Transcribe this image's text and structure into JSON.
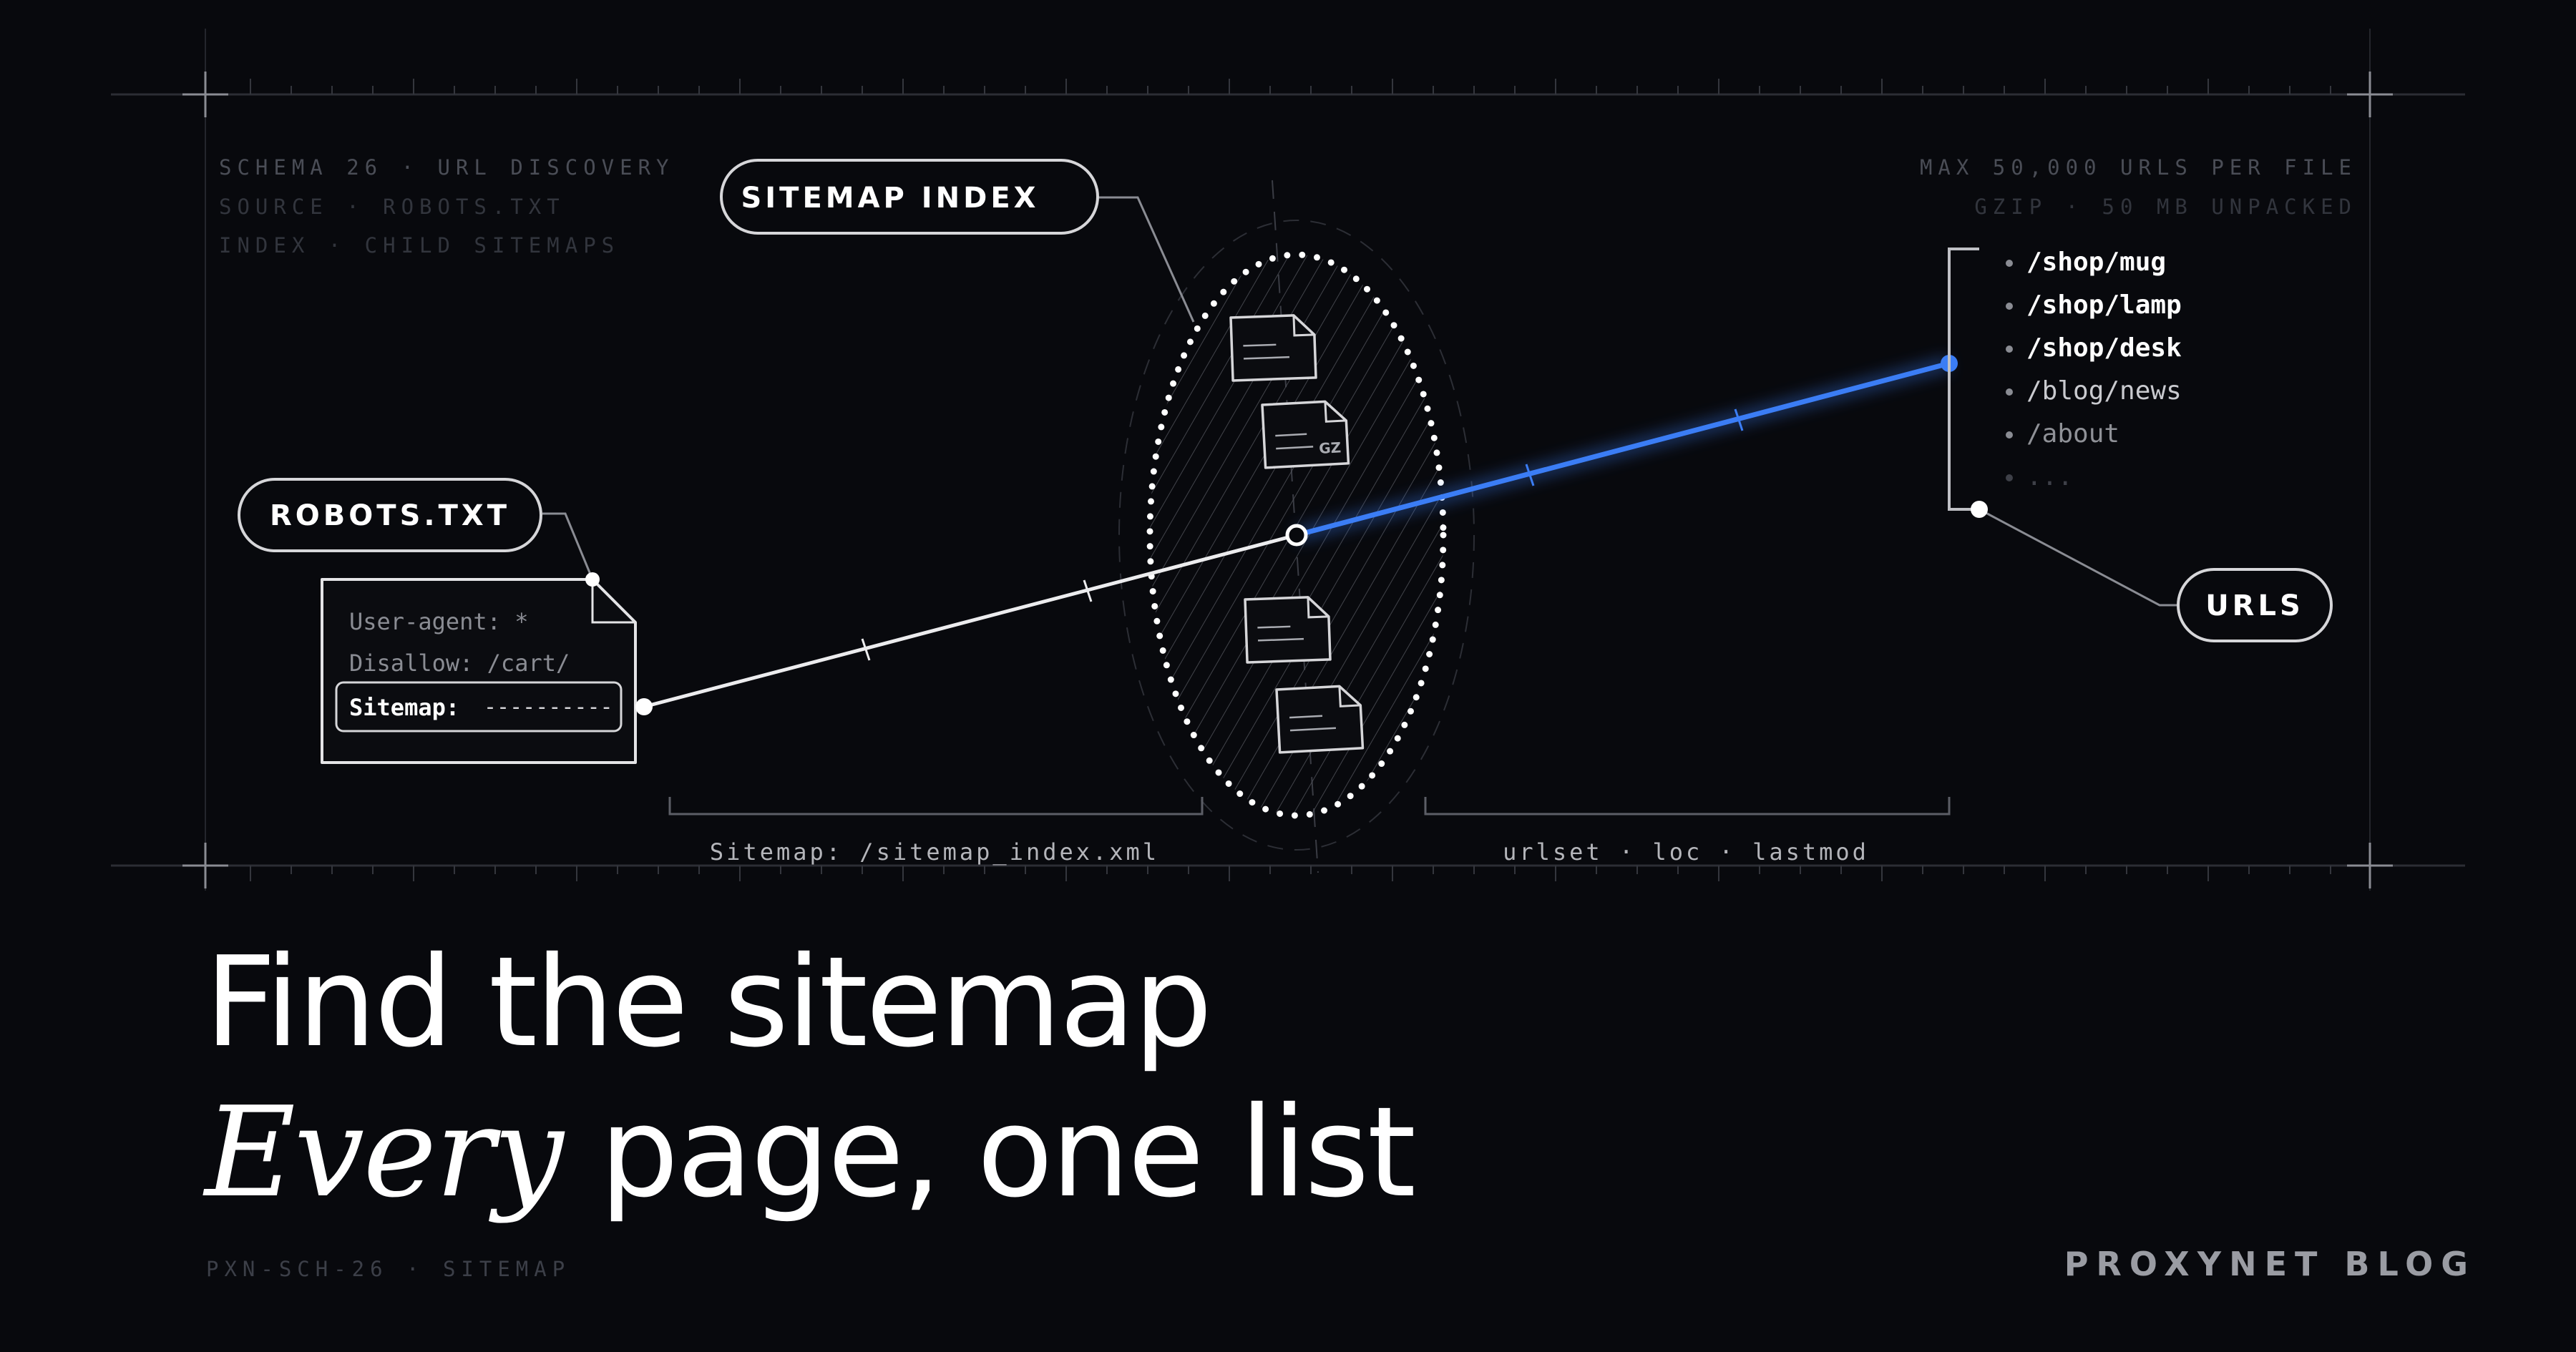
{
  "meta_left": [
    "SCHEMA 26 · URL DISCOVERY",
    "SOURCE · ROBOTS.TXT",
    "INDEX · CHILD SITEMAPS"
  ],
  "meta_right": [
    "MAX 50,000 URLS PER FILE",
    "GZIP · 50 MB UNPACKED"
  ],
  "labels": {
    "robots": "ROBOTS.TXT",
    "sitemap_index": "SITEMAP INDEX",
    "urls": "URLS"
  },
  "robots_file": {
    "lines": [
      "User-agent: *",
      "Disallow: /cart/"
    ],
    "sitemap_key": "Sitemap:",
    "sitemap_value": "----------"
  },
  "file_badge": "GZ",
  "url_list": [
    "/shop/mug",
    "/shop/lamp",
    "/shop/desk",
    "/blog/news",
    "/about",
    "..."
  ],
  "captions": {
    "left": "Sitemap: /sitemap_index.xml",
    "right": "urlset · loc · lastmod"
  },
  "headline": {
    "line1": "Find the sitemap",
    "line2_emphasis": "Every",
    "line2_rest": " page, one list"
  },
  "footer": {
    "code": "PXN-SCH-26 · SITEMAP",
    "brand": "PROXYNET BLOG"
  },
  "colors": {
    "background": "#08090d",
    "accent": "#3b7df5",
    "line": "#e8e8ea",
    "dim": "#3c3f48"
  }
}
